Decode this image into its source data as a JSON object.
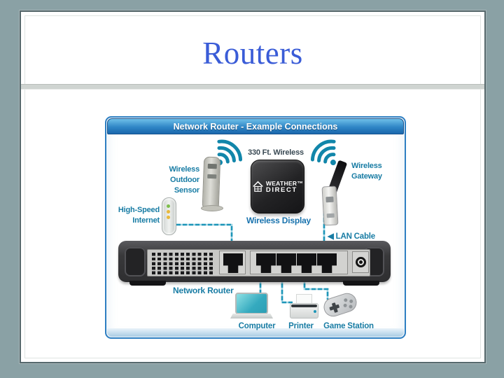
{
  "window": {
    "background": "#8AA1A5"
  },
  "slide": {
    "title": "Routers",
    "title_color": "#3A5CD7"
  },
  "diagram": {
    "title": "Network Router - Example Connections",
    "range_label": "330 Ft. Wireless",
    "sensor_label": {
      "line1": "Wireless",
      "line2": "Outdoor",
      "line3": "Sensor"
    },
    "gateway_label": {
      "line1": "Wireless",
      "line2": "Gateway"
    },
    "internet_label": {
      "line1": "High-Speed",
      "line2": "Internet"
    },
    "display_label": "Wireless Display",
    "logo": {
      "line1": "WEATHER™",
      "line2": "DIRECT"
    },
    "lan_label": "LAN Cable",
    "lan_arrow": "◀",
    "router_label": "Network Router",
    "device_labels": {
      "computer": "Computer",
      "printer": "Printer",
      "game": "Game Station"
    },
    "colors": {
      "label_teal": "#187CA4",
      "range_text": "#3A4A54",
      "display_label_blue": "#1973AE",
      "cable": "#1E96B8",
      "frame_blue": "#2E7FC2",
      "header_gradient_top": "#6FC0E8",
      "header_gradient_bottom": "#1A67AC",
      "header_text": "#FFFFFF",
      "router_body": "#39393B",
      "wifi": "#1186AA"
    }
  }
}
